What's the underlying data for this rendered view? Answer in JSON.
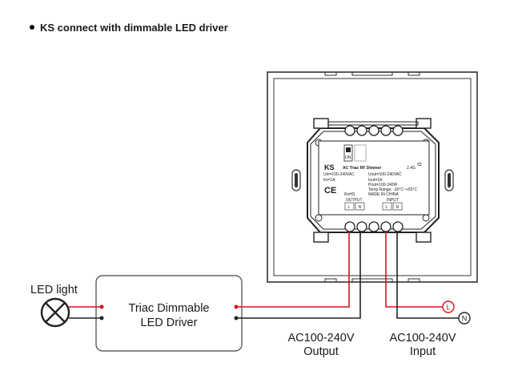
{
  "title": "KS connect with dimmable LED driver",
  "led_light_label": "LED light",
  "driver_box": {
    "line1": "Triac Dimmable",
    "line2": "LED Driver"
  },
  "output_label": {
    "line1": "AC100-240V",
    "line2": "Output"
  },
  "input_label": {
    "line1": "AC100-240V",
    "line2": "Input"
  },
  "terminal_L": "L",
  "terminal_N": "N",
  "module": {
    "brand": "KS",
    "model": "AC Triac RF Dimmer",
    "freq": "2.4G",
    "uin": "Uin=100-240VAC",
    "iin": "Iin=1A",
    "uout": "Uout=100-240VAC",
    "iout": "Iout=1A",
    "pout": "Pout=100-240W",
    "temp": "Temp Range: -30°C~+55°C",
    "made": "MADE IN CHINA",
    "ce": "CE",
    "rohs": "RoHS",
    "output_tag": "OUTPUT",
    "input_tag": "INPUT",
    "switch_on": "ON",
    "pins": [
      "L",
      "N",
      "L",
      "N"
    ]
  },
  "colors": {
    "line_wire": "#d9121b",
    "neutral_wire": "#222222",
    "frame": "#333333"
  }
}
